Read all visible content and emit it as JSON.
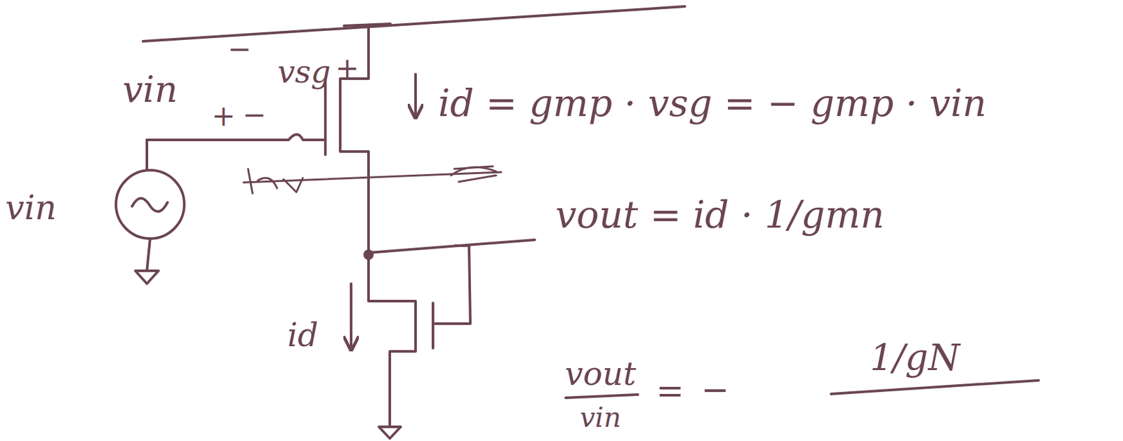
{
  "diagram": {
    "labels": [
      "vin",
      "−",
      "vsg",
      "+",
      "+",
      "−",
      "id = gmp · vsg = − gmp · vin",
      "vout = id · 1/gmn",
      "vout",
      "vin",
      "=",
      "−",
      "1/gN",
      "vin",
      "id"
    ]
  }
}
